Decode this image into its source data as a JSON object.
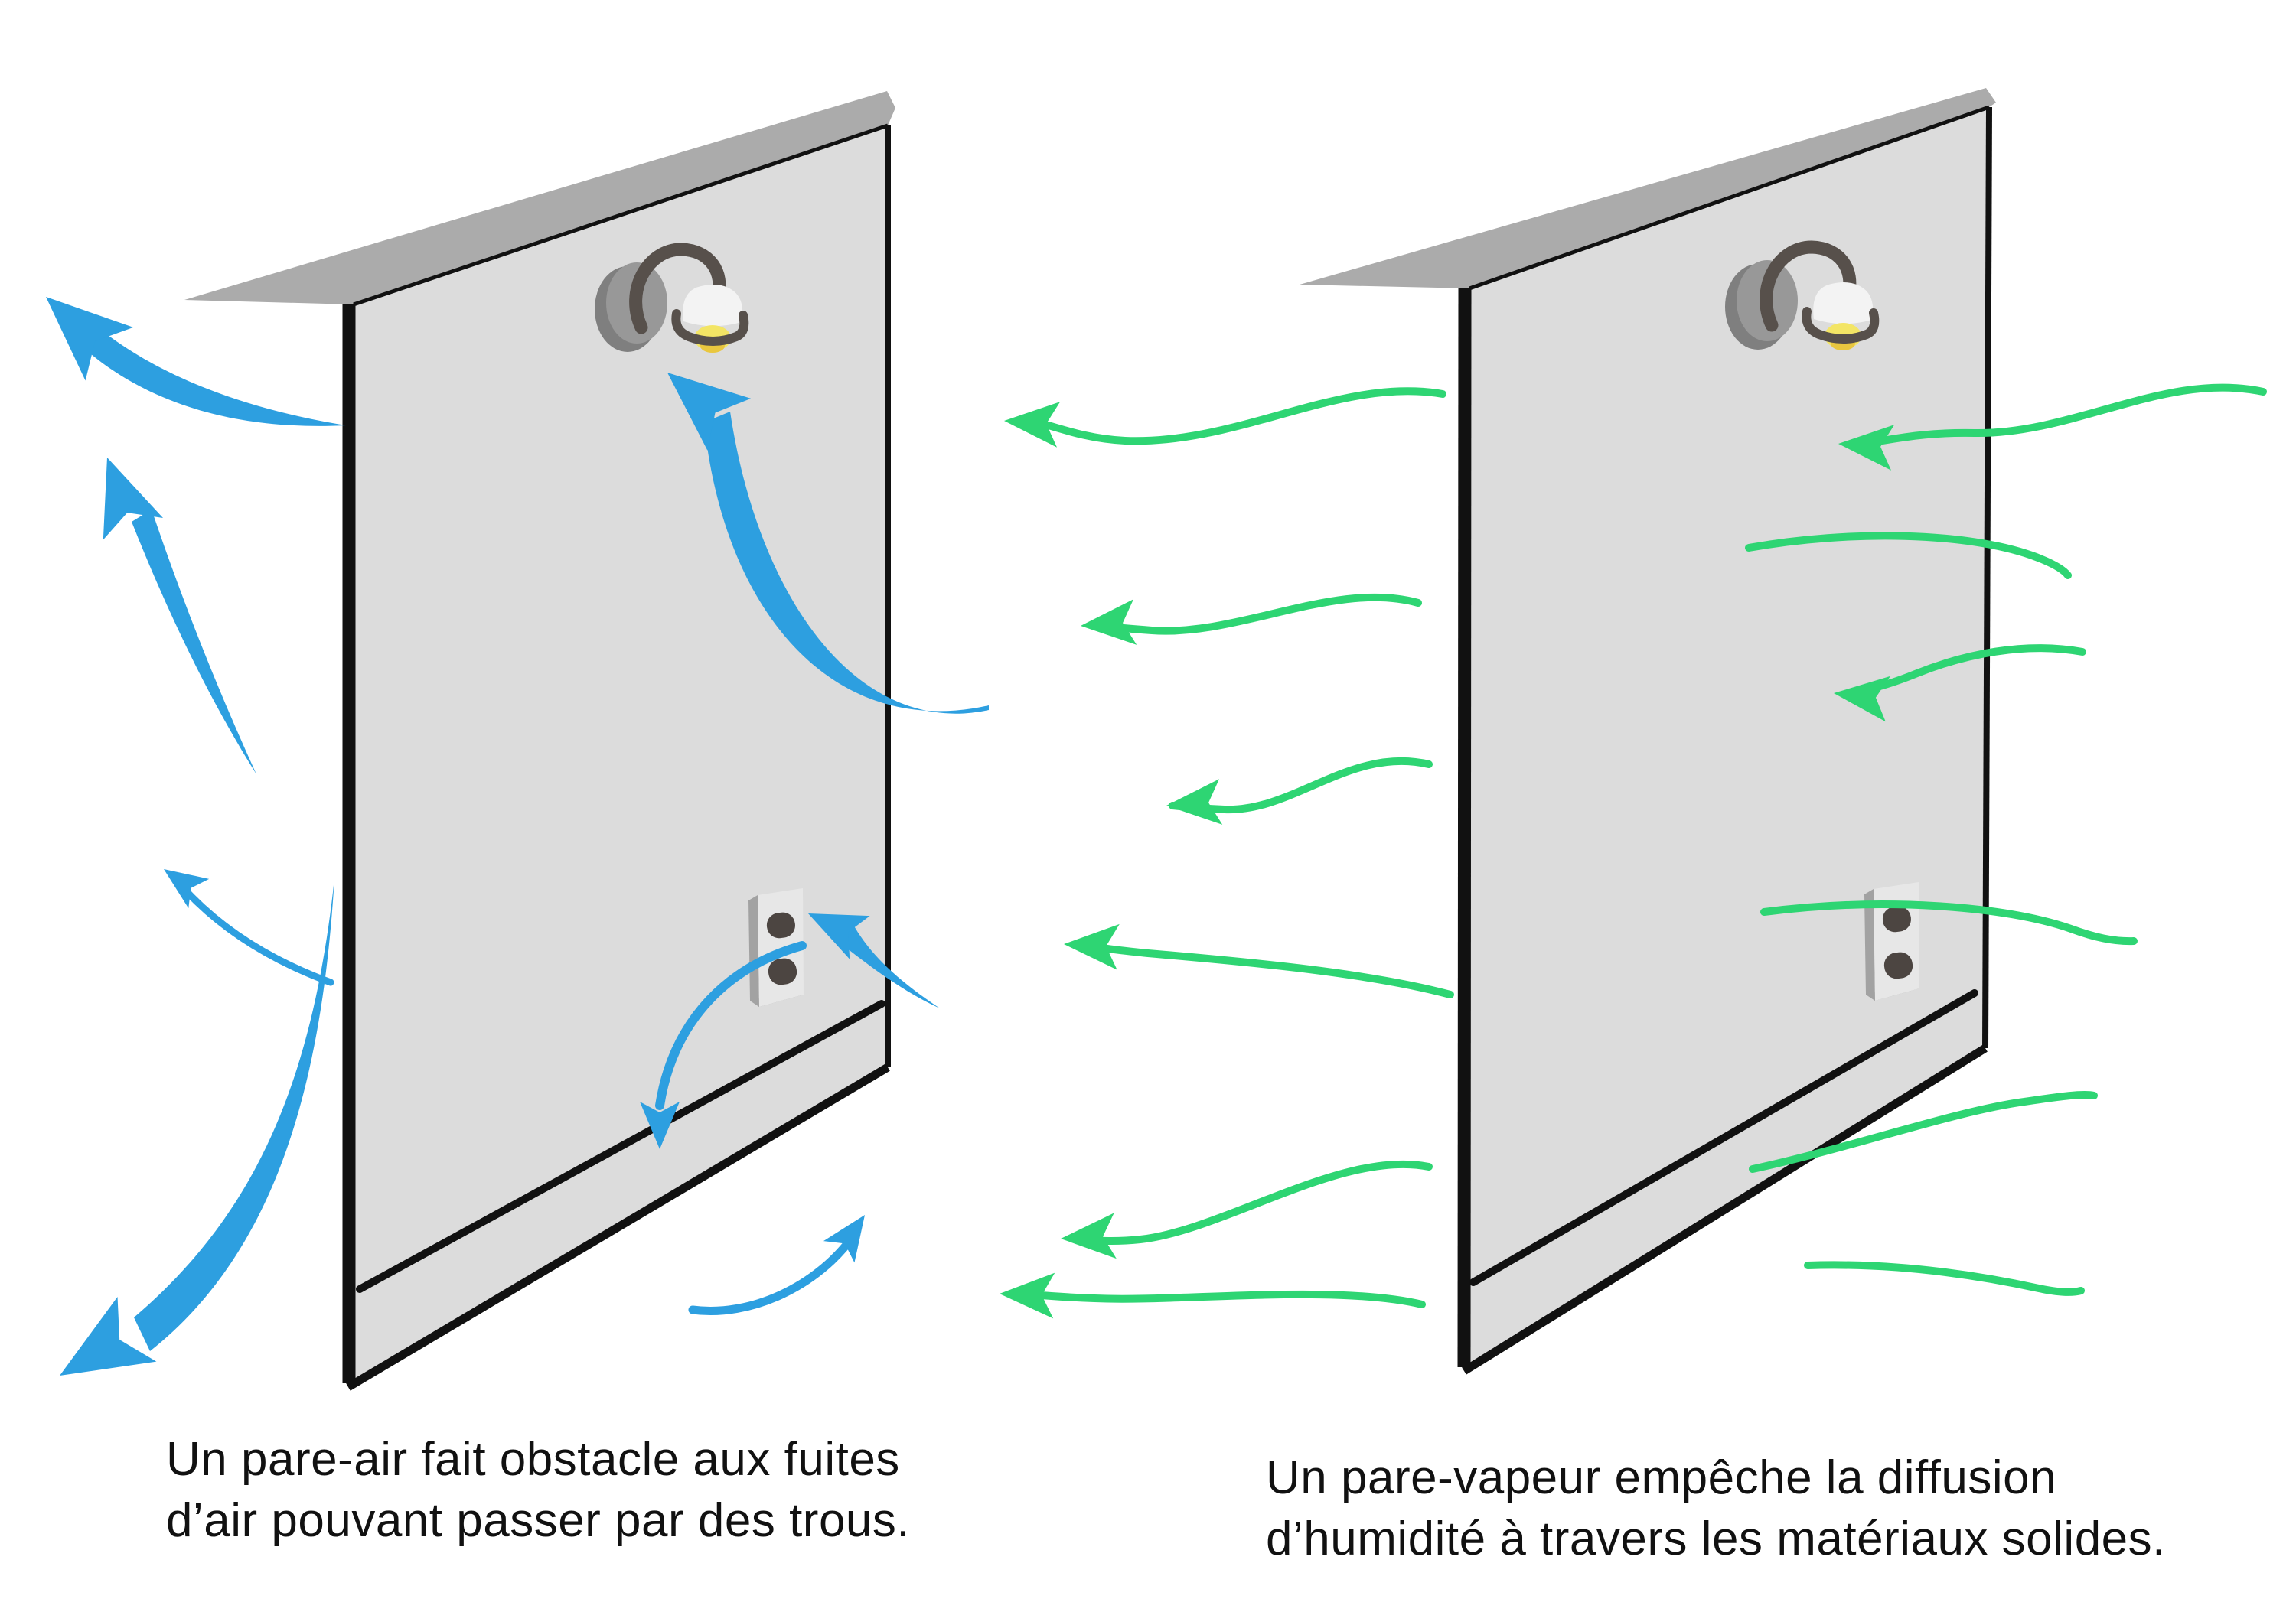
{
  "colors": {
    "background": "#ffffff",
    "wall_face": "#dcdcdc",
    "wall_cap": "#ababab",
    "outline": "#111111",
    "air_arrow_blue": "#2d9fe0",
    "vapor_arrow_green": "#2ed573",
    "lamp_arm": "#57504b",
    "lamp_base": "#989898",
    "lamp_base_shadow": "#7f7f7f",
    "lamp_shade": "#f3f3f3",
    "bulb_yellow": "#f3e565",
    "bulb_amber": "#e9c73f",
    "outlet_face": "#e7e7e7",
    "outlet_side": "#a2a2a2",
    "socket_dark": "#4c4541",
    "text": "#111111"
  },
  "left_panel": {
    "caption": {
      "line1": "Un pare-air fait obstacle aux fuites",
      "line2": "d’air pouvant passer par des trous."
    }
  },
  "right_panel": {
    "caption": {
      "line1": "Un pare-vapeur empêche la diffusion",
      "line2": "d’humidité à travers les matériaux solides."
    }
  }
}
